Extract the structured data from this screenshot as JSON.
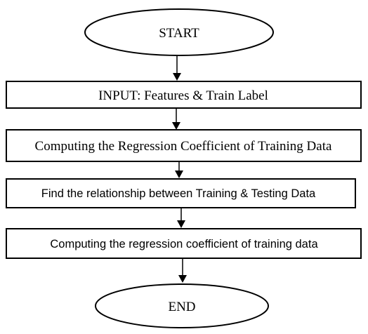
{
  "diagram": {
    "nodes": [
      {
        "id": "start",
        "shape": "ellipse",
        "label": "START"
      },
      {
        "id": "input",
        "shape": "rect",
        "label": "INPUT: Features & Train Label"
      },
      {
        "id": "compute-train",
        "shape": "rect",
        "label": "Computing the Regression Coefficient of Training Data"
      },
      {
        "id": "find-relation",
        "shape": "rect",
        "label": "Find the relationship between Training & Testing Data"
      },
      {
        "id": "compute-test",
        "shape": "rect",
        "label": "Computing the regression coefficient of training data"
      },
      {
        "id": "end",
        "shape": "ellipse",
        "label": "END"
      }
    ],
    "edges": [
      {
        "from": "start",
        "to": "input"
      },
      {
        "from": "input",
        "to": "compute-train"
      },
      {
        "from": "compute-train",
        "to": "find-relation"
      },
      {
        "from": "find-relation",
        "to": "compute-test"
      },
      {
        "from": "compute-test",
        "to": "end"
      }
    ]
  }
}
